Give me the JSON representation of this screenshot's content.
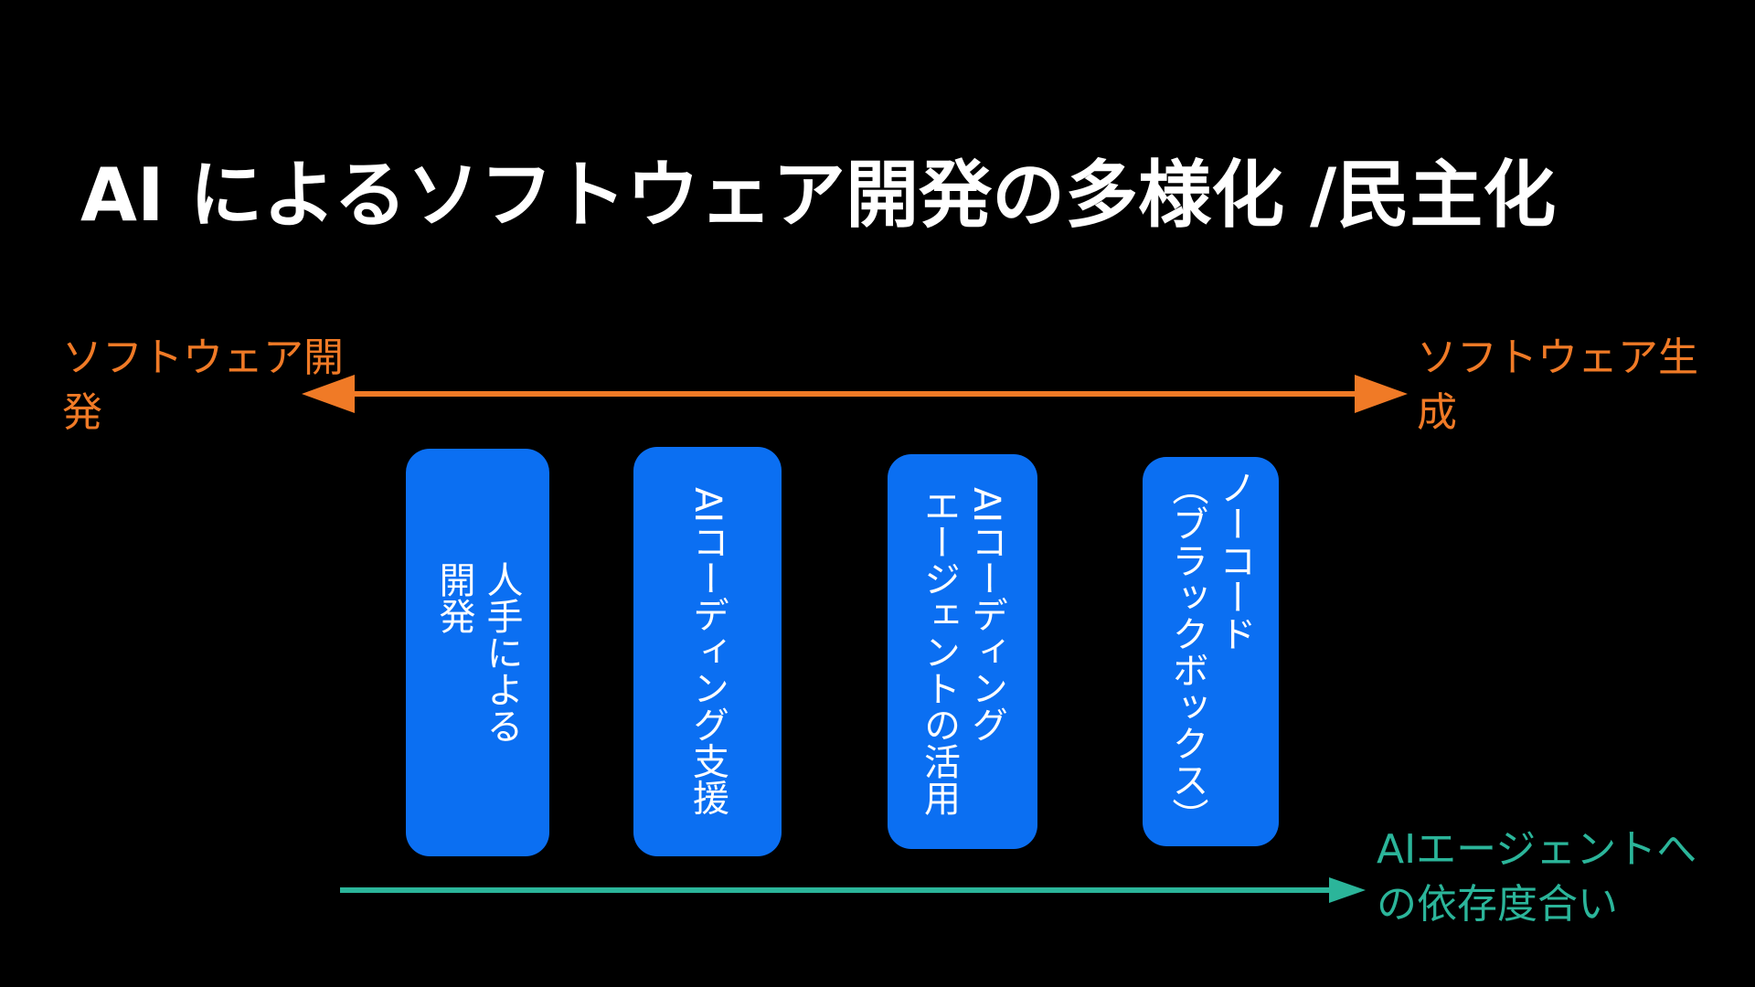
{
  "title": "AI によるソフトウェア開発の多様化 /民主化",
  "axis": {
    "left_label": "ソフトウェア開\n発",
    "right_label": "ソフトウェア生\n成",
    "bottom_label": "AIエージェントへ\nの依存度合い"
  },
  "boxes": [
    {
      "text": "人手による\n開発"
    },
    {
      "text": "AIコーディング支援"
    },
    {
      "text": "AIコーディング\nエージェントの活用"
    },
    {
      "text": "ノーコード\n（ブラックボックス）"
    }
  ],
  "colors": {
    "background": "#000000",
    "title": "#ffffff",
    "orange_arrow": "#f07a26",
    "teal_arrow": "#2bb59a",
    "box_fill": "#0b6ff2",
    "box_text": "#ffffff"
  }
}
